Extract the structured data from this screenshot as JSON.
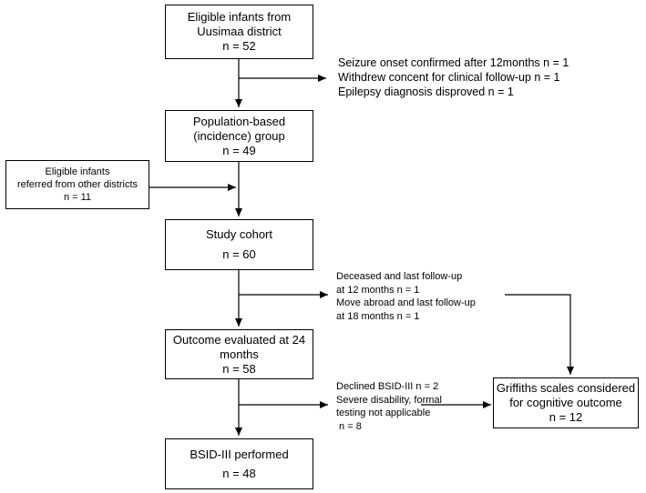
{
  "boxes": {
    "eligible_uusimaa": {
      "lines": [
        "Eligible infants from",
        "Uusimaa district",
        "n = 52"
      ]
    },
    "population_group": {
      "lines": [
        "Population-based",
        "(incidence) group",
        "n = 49"
      ]
    },
    "eligible_other": {
      "lines": [
        "Eligible infants",
        "referred from other districts",
        "n = 11"
      ]
    },
    "study_cohort": {
      "lines": [
        "Study cohort",
        "n = 60"
      ]
    },
    "outcome_24": {
      "lines": [
        "Outcome evaluated at 24",
        "months",
        "n = 58"
      ]
    },
    "bsid_performed": {
      "lines": [
        "BSID-III performed",
        "n = 48"
      ]
    },
    "griffiths": {
      "lines": [
        "Griffiths scales considered",
        "for cognitive outcome",
        "n = 12"
      ]
    }
  },
  "notes": {
    "exclusions_1": [
      "Seizure onset confirmed after 12months n = 1",
      "Withdrew concent for clinical follow-up n = 1",
      "Epilepsy diagnosis disproved n = 1"
    ],
    "exclusions_2": [
      "Deceased and last follow-up",
      "at 12 months n = 1",
      "Move abroad and last follow-up",
      "at 18 months n = 1"
    ],
    "exclusions_3": [
      "Declined BSID-III n = 2",
      "Severe disability, formal",
      "testing not applicable",
      " n = 8"
    ]
  }
}
